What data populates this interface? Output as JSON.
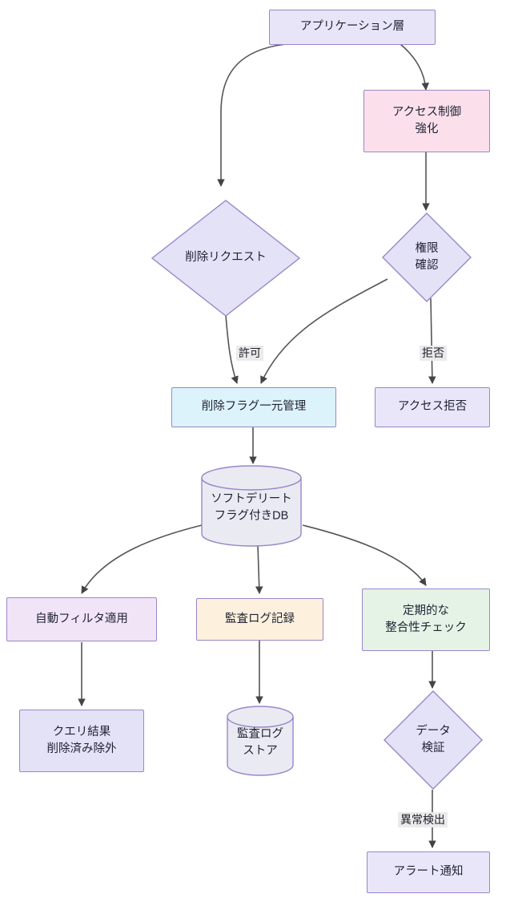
{
  "diagram": {
    "type": "flowchart",
    "direction": "top-to-bottom",
    "background_color": "#ffffff",
    "edge_color": "#555555",
    "default_border_color": "#9a86c9",
    "nodes": [
      {
        "id": "app_layer",
        "label": "アプリケーション層",
        "shape": "rect",
        "fill": "#e8e5f8"
      },
      {
        "id": "access_control",
        "label": "アクセス制御\n強化",
        "shape": "rect",
        "fill": "#fbe0ec"
      },
      {
        "id": "delete_request",
        "label": "削除リクエスト",
        "shape": "diamond",
        "fill": "#e4e2f7"
      },
      {
        "id": "permission_check",
        "label": "権限\n確認",
        "shape": "diamond",
        "fill": "#e4e2f7"
      },
      {
        "id": "flag_central",
        "label": "削除フラグ一元管理",
        "shape": "rect",
        "fill": "#ddf3fb"
      },
      {
        "id": "access_denied",
        "label": "アクセス拒否",
        "shape": "rect",
        "fill": "#eae6fa"
      },
      {
        "id": "soft_delete_db",
        "label": "ソフトデリート\nフラグ付きDB",
        "shape": "cylinder",
        "fill": "#eaeaf2"
      },
      {
        "id": "auto_filter",
        "label": "自動フィルタ適用",
        "shape": "rect",
        "fill": "#f2e4f7"
      },
      {
        "id": "audit_log",
        "label": "監査ログ記録",
        "shape": "rect",
        "fill": "#fdf0dd"
      },
      {
        "id": "integrity_check",
        "label": "定期的な\n整合性チェック",
        "shape": "rect",
        "fill": "#e4f3e6"
      },
      {
        "id": "query_result",
        "label": "クエリ結果\n削除済み除外",
        "shape": "rect",
        "fill": "#e4e2f7"
      },
      {
        "id": "audit_store",
        "label": "監査ログ\nストア",
        "shape": "cylinder",
        "fill": "#eaeaf2"
      },
      {
        "id": "data_validation",
        "label": "データ\n検証",
        "shape": "diamond",
        "fill": "#e4e2f7"
      },
      {
        "id": "alert_notify",
        "label": "アラート通知",
        "shape": "rect",
        "fill": "#eae6fa"
      }
    ],
    "edges": [
      {
        "from": "app_layer",
        "to": "delete_request",
        "label": ""
      },
      {
        "from": "app_layer",
        "to": "access_control",
        "label": ""
      },
      {
        "from": "access_control",
        "to": "permission_check",
        "label": ""
      },
      {
        "from": "delete_request",
        "to": "flag_central",
        "label": ""
      },
      {
        "from": "permission_check",
        "to": "flag_central",
        "label": "許可"
      },
      {
        "from": "permission_check",
        "to": "access_denied",
        "label": "拒否"
      },
      {
        "from": "flag_central",
        "to": "soft_delete_db",
        "label": ""
      },
      {
        "from": "soft_delete_db",
        "to": "auto_filter",
        "label": ""
      },
      {
        "from": "soft_delete_db",
        "to": "audit_log",
        "label": ""
      },
      {
        "from": "soft_delete_db",
        "to": "integrity_check",
        "label": ""
      },
      {
        "from": "auto_filter",
        "to": "query_result",
        "label": ""
      },
      {
        "from": "audit_log",
        "to": "audit_store",
        "label": ""
      },
      {
        "from": "integrity_check",
        "to": "data_validation",
        "label": ""
      },
      {
        "from": "data_validation",
        "to": "alert_notify",
        "label": "異常検出"
      }
    ],
    "edge_labels": {
      "permit": "許可",
      "deny": "拒否",
      "anomaly": "異常検出"
    }
  }
}
